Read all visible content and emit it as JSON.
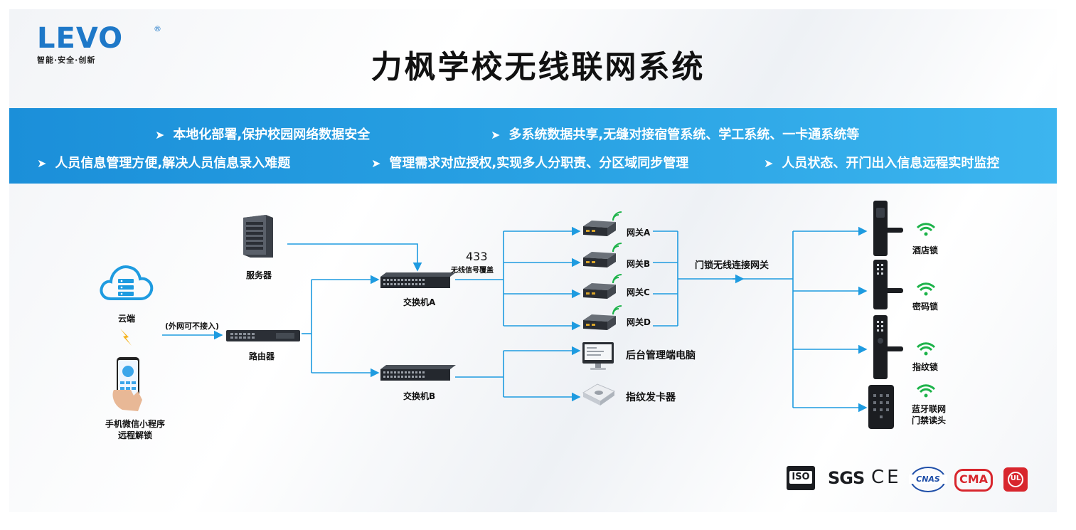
{
  "brand": {
    "name": "LEVO",
    "registered": "®",
    "tagline": "智能·安全·创新"
  },
  "title": "力枫学校无线联网系统",
  "features": [
    "本地化部署,保护校园网络数据安全",
    "多系统数据共享,无缝对接宿管系统、学工系统、一卡通系统等",
    "人员信息管理方便,解决人员信息录入难题",
    "管理需求对应授权,实现多人分职责、分区域同步管理",
    "人员状态、开门出入信息远程实时监控"
  ],
  "nodes": {
    "cloud": "云端",
    "phone_line1": "手机微信小程序",
    "phone_line2": "远程解锁",
    "external_net": "(外网可不接入)",
    "router": "路由器",
    "server": "服务器",
    "switch_a": "交换机A",
    "switch_b": "交换机B",
    "signal_freq": "433",
    "signal_label": "无线信号覆盖",
    "gateways": [
      "网关A",
      "网关B",
      "网关C",
      "网关D"
    ],
    "gateway_link": "门锁无线连接网关",
    "admin_pc": "后台管理端电脑",
    "card_issuer": "指纹发卡器",
    "locks": [
      "酒店锁",
      "密码锁",
      "指纹锁"
    ],
    "reader_line1": "蓝牙联网",
    "reader_line2": "门禁读头"
  },
  "certs": {
    "iso": "ISO",
    "sgs": "SGS",
    "ce": "CE",
    "cnas": "CNAS",
    "cma": "CMA",
    "ul": "UL"
  },
  "colors": {
    "accent": "#1e78c8",
    "banner": "#2aa3e4",
    "line": "#1e9be0",
    "wifi": "#1db34a",
    "cert_red": "#d8262d"
  }
}
